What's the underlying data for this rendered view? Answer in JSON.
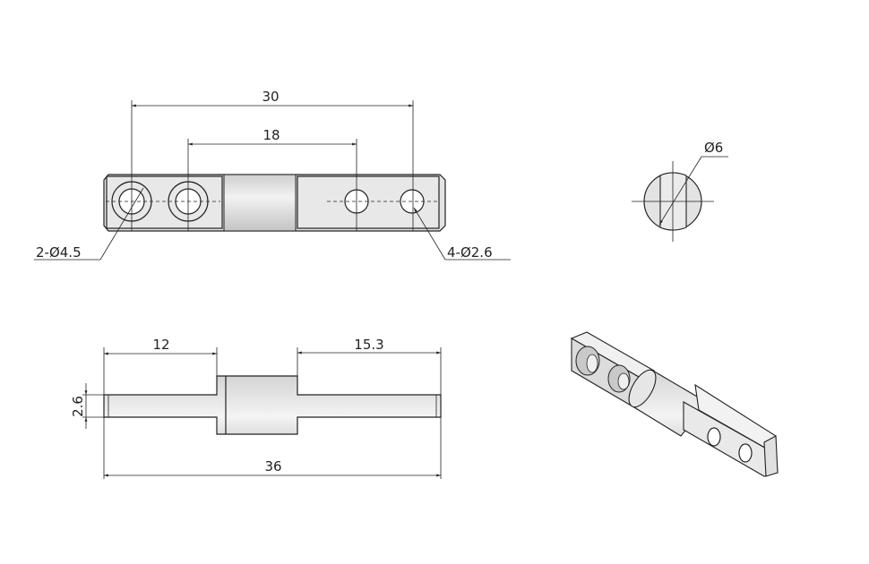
{
  "top_view": {
    "dim_overall_holes": "30",
    "dim_inner_holes": "18",
    "callout_large_holes": "2-Ø4.5",
    "callout_small_holes": "4-Ø2.6"
  },
  "end_view": {
    "callout_diameter": "Ø6"
  },
  "side_view": {
    "dim_left_shaft": "12",
    "dim_right_shaft": "15.3",
    "dim_total_length": "36",
    "dim_thickness": "2.6"
  },
  "colors": {
    "line": "#222222",
    "part_fill": "#e3e3e3"
  }
}
